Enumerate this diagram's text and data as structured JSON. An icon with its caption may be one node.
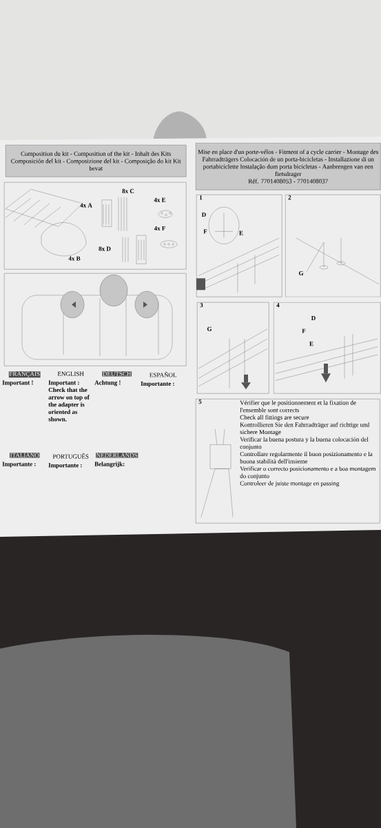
{
  "diagram": {
    "nodes": [
      {
        "text": [
          "Composition du kit - Composition of the kit - Inhalt des Kits Composición del kit - Composizione del kit - Composição do kit Kit bevat"
        ]
      },
      {
        "text": [],
        "shape": "box"
      },
      {
        "text": [],
        "shape": "box"
      },
      {
        "text": [
          "FRANÇAIS",
          "Important !"
        ]
      },
      {
        "text": [
          "ENGLISH",
          "Important : Check that the arrow on top of the adapter is oriented as shown."
        ]
      },
      {
        "text": [
          "DEUTSCH",
          "Achtung !"
        ]
      },
      {
        "text": [
          "ESPAÑOL",
          "Importante :"
        ]
      },
      {
        "text": [
          "ITALIANO",
          "Importante :"
        ]
      },
      {
        "text": [
          "PORTUGUÊS",
          "Importante :"
        ]
      },
      {
        "text": [
          "NEDERLANDS",
          "Belangrijk:"
        ]
      },
      {
        "text": [
          "Mise en place d'un porte-vélos - Fitment of a cycle carrier - Montage des Fahrradträgers Colocación de un porta-bicicletas - Installazione di un portabiciclette Instalação dum porta bicicletas - Aanbrengen van een fietsdrager",
          "Réf. 7701408053 - 7701408037"
        ]
      },
      {
        "text": [
          "1"
        ]
      },
      {
        "text": [
          "2"
        ]
      },
      {
        "text": [
          "3"
        ]
      },
      {
        "text": [
          "4"
        ]
      },
      {
        "text": [
          "5",
          "Vérifier que le positionnement et la fixation de l'ensemble sont corrects",
          "Check all fittings are secure",
          "Kontrollieren Sie den Fahrradträger auf richtige und sichere Montage",
          "Verificar la buena postura y la buena colocación del conjunto",
          "Controllare regolarmente il buon posizionamento e la buona stabilità dell'insieme",
          "Verificar o correcto posicionamento e a boa montagem do conjunto",
          "Controleer de juiste montage en passing"
        ]
      }
    ],
    "labels": [
      "4x A",
      "8x C",
      "4x E",
      "4x F",
      "8x D",
      "4x B",
      "D",
      "F",
      "E",
      "G",
      "G",
      "D",
      "F",
      "E"
    ]
  }
}
